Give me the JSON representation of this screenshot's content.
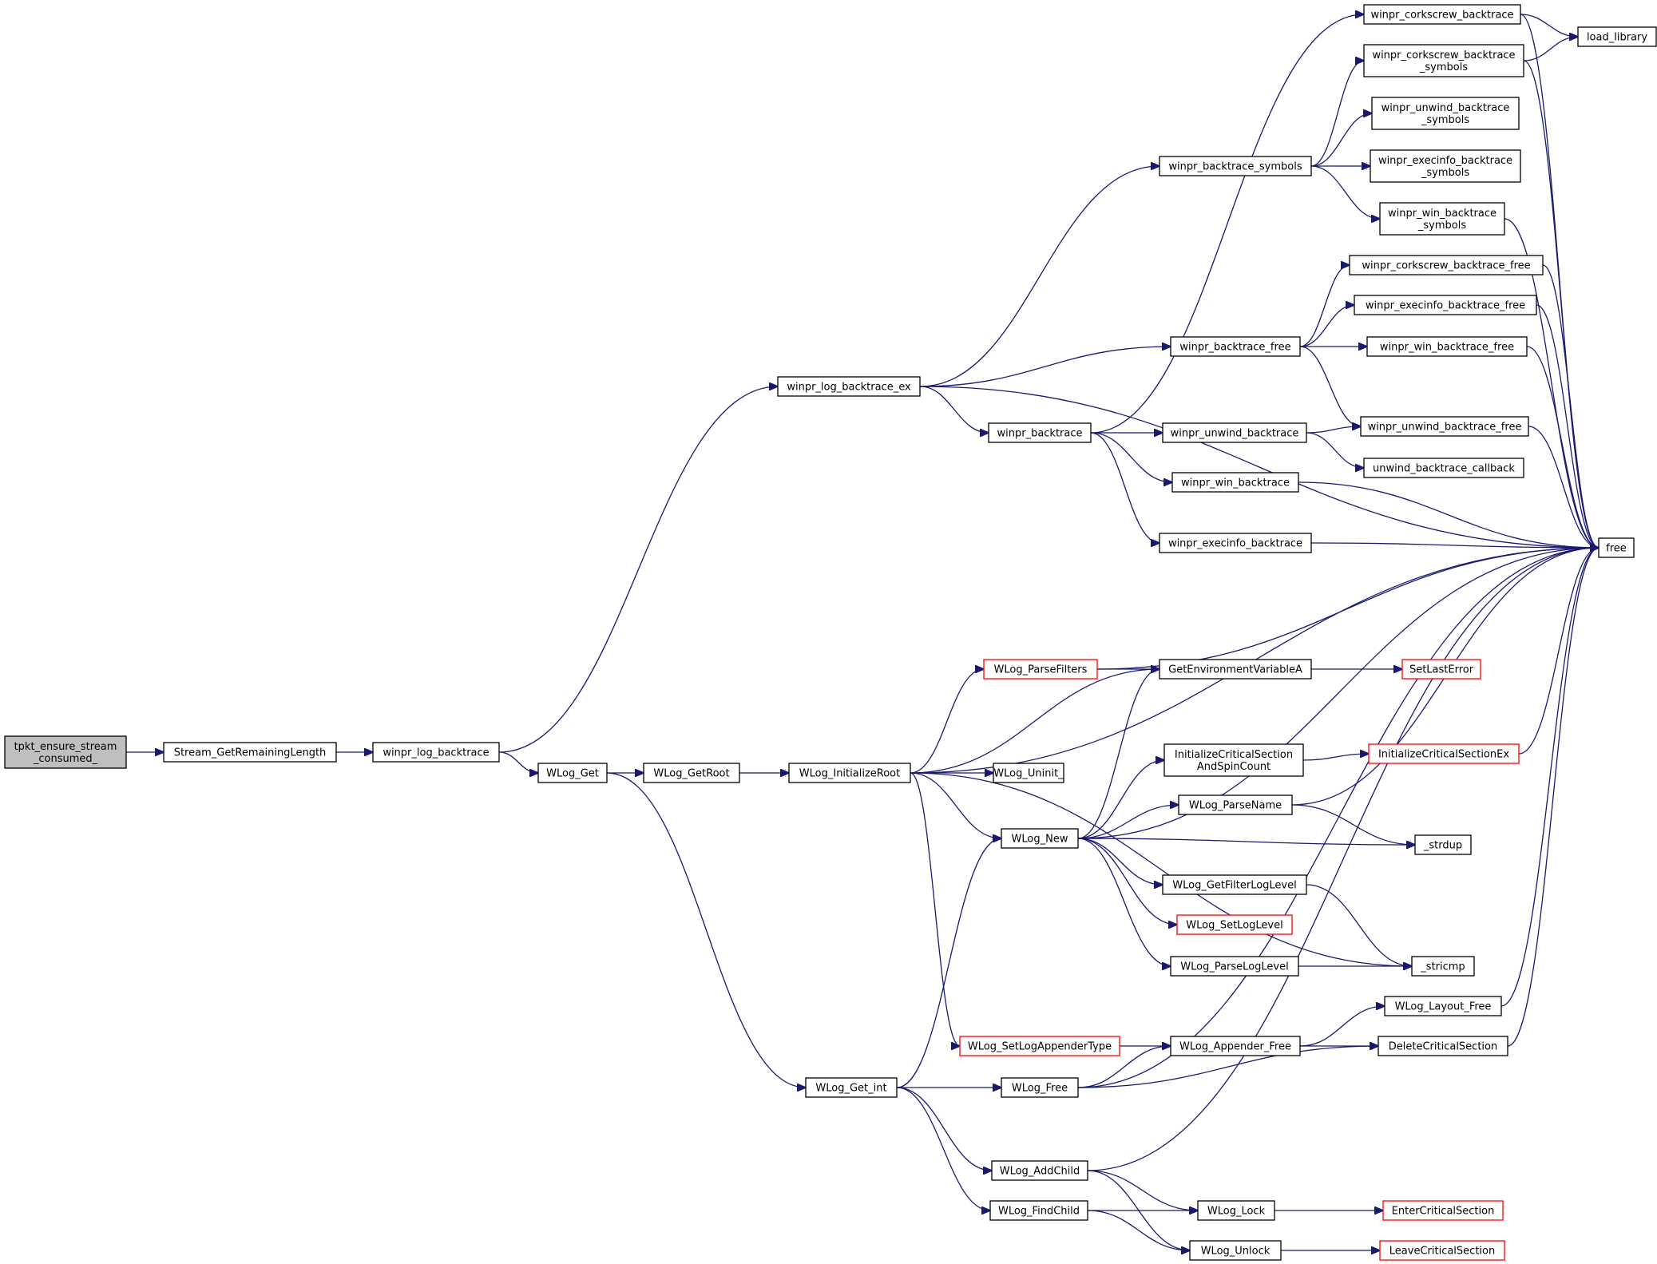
{
  "colors": {
    "edge": "#191970",
    "node_border": "#000000",
    "node_fill": "#ffffff",
    "root_fill": "#bfbfbf",
    "truncated_border": "#ff0000"
  },
  "nodes": [
    {
      "id": "tpkt",
      "lines": [
        "tpkt_ensure_stream",
        "_consumed_"
      ],
      "root": true
    },
    {
      "id": "stream_grl",
      "lines": [
        "Stream_GetRemainingLength"
      ]
    },
    {
      "id": "log_bt",
      "lines": [
        "winpr_log_backtrace"
      ]
    },
    {
      "id": "log_bt_ex",
      "lines": [
        "winpr_log_backtrace_ex"
      ]
    },
    {
      "id": "wlog_get",
      "lines": [
        "WLog_Get"
      ]
    },
    {
      "id": "wlog_getroot",
      "lines": [
        "WLog_GetRoot"
      ]
    },
    {
      "id": "wlog_initroot",
      "lines": [
        "WLog_InitializeRoot"
      ]
    },
    {
      "id": "wlog_get_int",
      "lines": [
        "WLog_Get_int"
      ]
    },
    {
      "id": "bt_symbols",
      "lines": [
        "winpr_backtrace_symbols"
      ]
    },
    {
      "id": "bt_free",
      "lines": [
        "winpr_backtrace_free"
      ]
    },
    {
      "id": "bt",
      "lines": [
        "winpr_backtrace"
      ]
    },
    {
      "id": "cork_bt",
      "lines": [
        "winpr_corkscrew_backtrace"
      ]
    },
    {
      "id": "cork_bt_sym",
      "lines": [
        "winpr_corkscrew_backtrace",
        "_symbols"
      ]
    },
    {
      "id": "unwind_bt_sym",
      "lines": [
        "winpr_unwind_backtrace",
        "_symbols"
      ]
    },
    {
      "id": "execinfo_bt_sym",
      "lines": [
        "winpr_execinfo_backtrace",
        "_symbols"
      ]
    },
    {
      "id": "win_bt_sym",
      "lines": [
        "winpr_win_backtrace",
        "_symbols"
      ]
    },
    {
      "id": "cork_bt_free",
      "lines": [
        "winpr_corkscrew_backtrace_free"
      ]
    },
    {
      "id": "execinfo_bt_free",
      "lines": [
        "winpr_execinfo_backtrace_free"
      ]
    },
    {
      "id": "win_bt_free",
      "lines": [
        "winpr_win_backtrace_free"
      ]
    },
    {
      "id": "unwind_bt_free",
      "lines": [
        "winpr_unwind_backtrace_free"
      ]
    },
    {
      "id": "unwind_bt",
      "lines": [
        "winpr_unwind_backtrace"
      ]
    },
    {
      "id": "unwind_cb",
      "lines": [
        "unwind_backtrace_callback"
      ]
    },
    {
      "id": "win_bt",
      "lines": [
        "winpr_win_backtrace"
      ]
    },
    {
      "id": "execinfo_bt",
      "lines": [
        "winpr_execinfo_backtrace"
      ]
    },
    {
      "id": "load_library",
      "lines": [
        "load_library"
      ]
    },
    {
      "id": "free",
      "lines": [
        "free"
      ]
    },
    {
      "id": "parse_filters",
      "lines": [
        "WLog_ParseFilters"
      ],
      "truncated": true
    },
    {
      "id": "getenv",
      "lines": [
        "GetEnvironmentVariableA"
      ]
    },
    {
      "id": "setlasterror",
      "lines": [
        "SetLastError"
      ],
      "truncated": true
    },
    {
      "id": "wlog_uninit",
      "lines": [
        "WLog_Uninit_"
      ]
    },
    {
      "id": "init_cs_spin",
      "lines": [
        "InitializeCriticalSection",
        "AndSpinCount"
      ]
    },
    {
      "id": "init_cs_ex",
      "lines": [
        "InitializeCriticalSectionEx"
      ],
      "truncated": true
    },
    {
      "id": "wlog_new",
      "lines": [
        "WLog_New"
      ]
    },
    {
      "id": "parse_name",
      "lines": [
        "WLog_ParseName"
      ]
    },
    {
      "id": "strdup",
      "lines": [
        "_strdup"
      ]
    },
    {
      "id": "get_filter_ll",
      "lines": [
        "WLog_GetFilterLogLevel"
      ]
    },
    {
      "id": "set_ll",
      "lines": [
        "WLog_SetLogLevel"
      ],
      "truncated": true
    },
    {
      "id": "parse_ll",
      "lines": [
        "WLog_ParseLogLevel"
      ]
    },
    {
      "id": "stricmp",
      "lines": [
        "_stricmp"
      ]
    },
    {
      "id": "layout_free",
      "lines": [
        "WLog_Layout_Free"
      ]
    },
    {
      "id": "set_appender",
      "lines": [
        "WLog_SetLogAppenderType"
      ],
      "truncated": true
    },
    {
      "id": "appender_free",
      "lines": [
        "WLog_Appender_Free"
      ]
    },
    {
      "id": "delete_cs",
      "lines": [
        "DeleteCriticalSection"
      ]
    },
    {
      "id": "wlog_free",
      "lines": [
        "WLog_Free"
      ]
    },
    {
      "id": "add_child",
      "lines": [
        "WLog_AddChild"
      ]
    },
    {
      "id": "find_child",
      "lines": [
        "WLog_FindChild"
      ]
    },
    {
      "id": "wlog_lock",
      "lines": [
        "WLog_Lock"
      ]
    },
    {
      "id": "wlog_unlock",
      "lines": [
        "WLog_Unlock"
      ]
    },
    {
      "id": "enter_cs",
      "lines": [
        "EnterCriticalSection"
      ],
      "truncated": true
    },
    {
      "id": "leave_cs",
      "lines": [
        "LeaveCriticalSection"
      ],
      "truncated": true
    }
  ],
  "edges": [
    [
      "tpkt",
      "stream_grl"
    ],
    [
      "stream_grl",
      "log_bt"
    ],
    [
      "log_bt",
      "log_bt_ex"
    ],
    [
      "log_bt",
      "wlog_get"
    ],
    [
      "log_bt_ex",
      "bt_symbols"
    ],
    [
      "log_bt_ex",
      "bt_free"
    ],
    [
      "log_bt_ex",
      "free"
    ],
    [
      "log_bt_ex",
      "bt"
    ],
    [
      "bt",
      "cork_bt"
    ],
    [
      "bt",
      "unwind_bt"
    ],
    [
      "bt",
      "win_bt"
    ],
    [
      "bt",
      "execinfo_bt"
    ],
    [
      "bt_symbols",
      "cork_bt_sym"
    ],
    [
      "bt_symbols",
      "unwind_bt_sym"
    ],
    [
      "bt_symbols",
      "execinfo_bt_sym"
    ],
    [
      "bt_symbols",
      "win_bt_sym"
    ],
    [
      "bt_free",
      "cork_bt_free"
    ],
    [
      "bt_free",
      "execinfo_bt_free"
    ],
    [
      "bt_free",
      "win_bt_free"
    ],
    [
      "bt_free",
      "unwind_bt_free"
    ],
    [
      "unwind_bt",
      "unwind_bt_free"
    ],
    [
      "unwind_bt",
      "unwind_cb"
    ],
    [
      "cork_bt",
      "load_library"
    ],
    [
      "cork_bt",
      "free"
    ],
    [
      "cork_bt_sym",
      "load_library"
    ],
    [
      "cork_bt_sym",
      "free"
    ],
    [
      "win_bt_sym",
      "free"
    ],
    [
      "cork_bt_free",
      "free"
    ],
    [
      "execinfo_bt_free",
      "free"
    ],
    [
      "win_bt_free",
      "free"
    ],
    [
      "unwind_bt_free",
      "free"
    ],
    [
      "win_bt",
      "free"
    ],
    [
      "execinfo_bt",
      "free"
    ],
    [
      "wlog_get",
      "wlog_getroot"
    ],
    [
      "wlog_get",
      "wlog_get_int"
    ],
    [
      "wlog_getroot",
      "wlog_initroot"
    ],
    [
      "wlog_initroot",
      "free"
    ],
    [
      "wlog_initroot",
      "parse_filters"
    ],
    [
      "wlog_initroot",
      "getenv"
    ],
    [
      "wlog_initroot",
      "wlog_uninit"
    ],
    [
      "wlog_initroot",
      "wlog_new"
    ],
    [
      "wlog_initroot",
      "stricmp"
    ],
    [
      "wlog_initroot",
      "set_appender"
    ],
    [
      "parse_filters",
      "getenv"
    ],
    [
      "parse_filters",
      "free"
    ],
    [
      "getenv",
      "setlasterror"
    ],
    [
      "wlog_new",
      "getenv"
    ],
    [
      "wlog_new",
      "free"
    ],
    [
      "wlog_new",
      "init_cs_spin"
    ],
    [
      "wlog_new",
      "parse_name"
    ],
    [
      "wlog_new",
      "strdup"
    ],
    [
      "wlog_new",
      "get_filter_ll"
    ],
    [
      "wlog_new",
      "set_ll"
    ],
    [
      "wlog_new",
      "parse_ll"
    ],
    [
      "init_cs_spin",
      "init_cs_ex"
    ],
    [
      "init_cs_ex",
      "free"
    ],
    [
      "parse_name",
      "strdup"
    ],
    [
      "parse_name",
      "free"
    ],
    [
      "get_filter_ll",
      "stricmp"
    ],
    [
      "parse_ll",
      "stricmp"
    ],
    [
      "set_appender",
      "appender_free"
    ],
    [
      "appender_free",
      "layout_free"
    ],
    [
      "appender_free",
      "delete_cs"
    ],
    [
      "layout_free",
      "free"
    ],
    [
      "delete_cs",
      "free"
    ],
    [
      "wlog_get_int",
      "wlog_new"
    ],
    [
      "wlog_get_int",
      "wlog_free"
    ],
    [
      "wlog_get_int",
      "add_child"
    ],
    [
      "wlog_get_int",
      "find_child"
    ],
    [
      "wlog_free",
      "appender_free"
    ],
    [
      "wlog_free",
      "delete_cs"
    ],
    [
      "wlog_free",
      "free"
    ],
    [
      "add_child",
      "free"
    ],
    [
      "add_child",
      "wlog_lock"
    ],
    [
      "add_child",
      "wlog_unlock"
    ],
    [
      "find_child",
      "wlog_lock"
    ],
    [
      "find_child",
      "wlog_unlock"
    ],
    [
      "wlog_lock",
      "enter_cs"
    ],
    [
      "wlog_unlock",
      "leave_cs"
    ]
  ]
}
